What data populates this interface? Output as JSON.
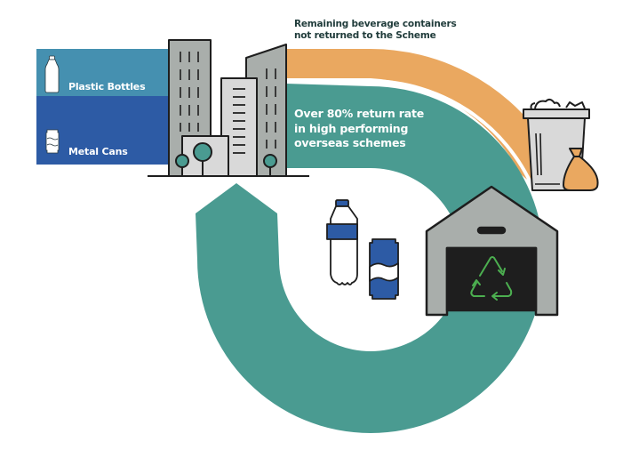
{
  "diagram": {
    "sources": [
      {
        "label": "Plastic Bottles",
        "icon": "plastic-bottle-icon",
        "color": "#4590b0"
      },
      {
        "label": "Metal Cans",
        "icon": "metal-can-icon",
        "color": "#2d5ba5"
      }
    ],
    "flows": {
      "not_returned": {
        "lines": [
          "Remaining beverage containers",
          "not returned to the Scheme"
        ],
        "color": "#eaa860",
        "destination": "trash-bin-icon"
      },
      "returned": {
        "lines": [
          "Over 80% return rate",
          "in high performing",
          "overseas schemes"
        ],
        "color": "#4a9b91",
        "destination": "recycling-depot-icon"
      }
    },
    "hub": "city-buildings-icon",
    "recycled_products": [
      "bottle-icon",
      "can-icon"
    ],
    "colors": {
      "recycle_symbol": "#4caf50",
      "building_gray": "#a9aeab",
      "building_light": "#d9d9d9",
      "outline": "#1e1e1e"
    }
  }
}
